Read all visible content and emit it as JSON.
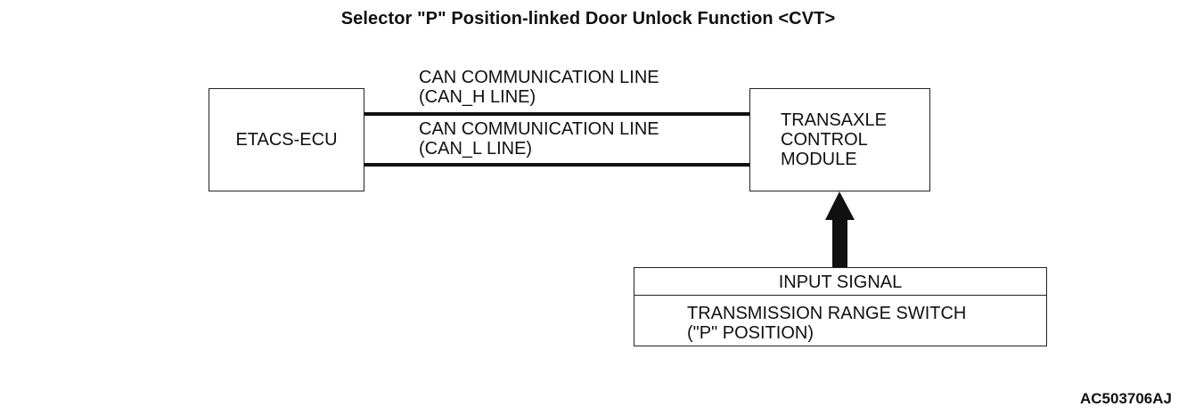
{
  "title": "Selector \"P\" Position-linked Door Unlock Function <CVT>",
  "nodes": {
    "etacs_ecu": {
      "label": "ETACS-ECU"
    },
    "transaxle_control_module": {
      "lines": [
        "TRANSAXLE",
        "CONTROL",
        "MODULE"
      ]
    },
    "input_signal": {
      "header": "INPUT SIGNAL",
      "lines": [
        "TRANSMISSION RANGE SWITCH",
        "(\"P\" POSITION)"
      ]
    }
  },
  "connections": {
    "can_h": {
      "lines": [
        "CAN COMMUNICATION LINE",
        "(CAN_H LINE)"
      ]
    },
    "can_l": {
      "lines": [
        "CAN COMMUNICATION LINE",
        "(CAN_L LINE)"
      ]
    },
    "signal_arrow": {
      "from": "input_signal",
      "to": "transaxle_control_module"
    }
  },
  "figure_code": "AC503706AJ"
}
